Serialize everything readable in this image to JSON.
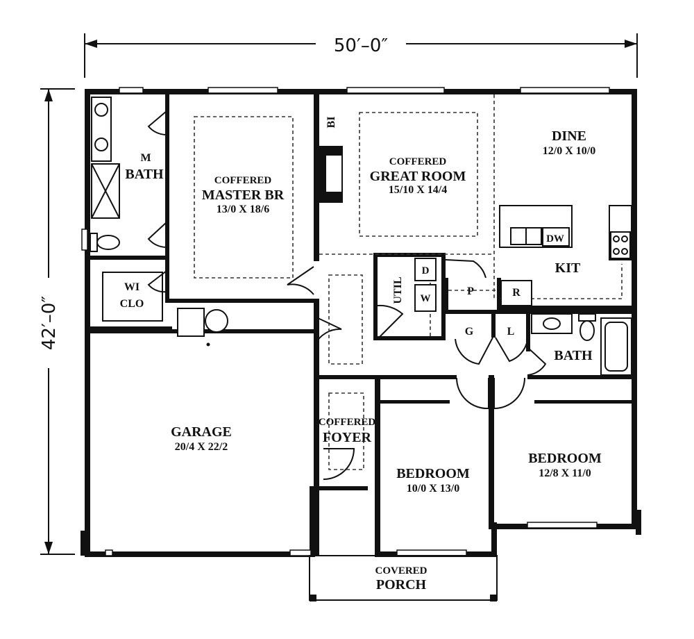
{
  "dimensions": {
    "width": "50′–0″",
    "depth": "42′–0″"
  },
  "rooms": {
    "master_bath": {
      "line1": "M",
      "line2": "BATH"
    },
    "master_br": {
      "line1": "COFFERED",
      "line2": "MASTER BR",
      "size": "13/0 X 18/6"
    },
    "walk_in_closet": {
      "line1": "WI",
      "line2": "CLO"
    },
    "built_in": "BI",
    "great_room": {
      "line1": "COFFERED",
      "line2": "GREAT ROOM",
      "size": "15/10 X 14/4"
    },
    "dine": {
      "line1": "DINE",
      "size": "12/0 X 10/0"
    },
    "kitchen": "KIT",
    "dishwasher": "DW",
    "utility": "UTIL",
    "dryer": "D",
    "washer": "W",
    "pantry": "P",
    "refrigerator": "R",
    "garage": {
      "line1": "GARAGE",
      "size": "20/4 X 22/2"
    },
    "foyer": {
      "line1": "COFFERED",
      "line2": "FOYER"
    },
    "guest_closet": "G",
    "linen": "L",
    "bath": "BATH",
    "bedroom_1": {
      "line1": "BEDROOM",
      "size": "10/0 X 13/0"
    },
    "bedroom_2": {
      "line1": "BEDROOM",
      "size": "12/8 X 11/0"
    },
    "porch": {
      "line1": "COVERED",
      "line2": "PORCH"
    }
  }
}
